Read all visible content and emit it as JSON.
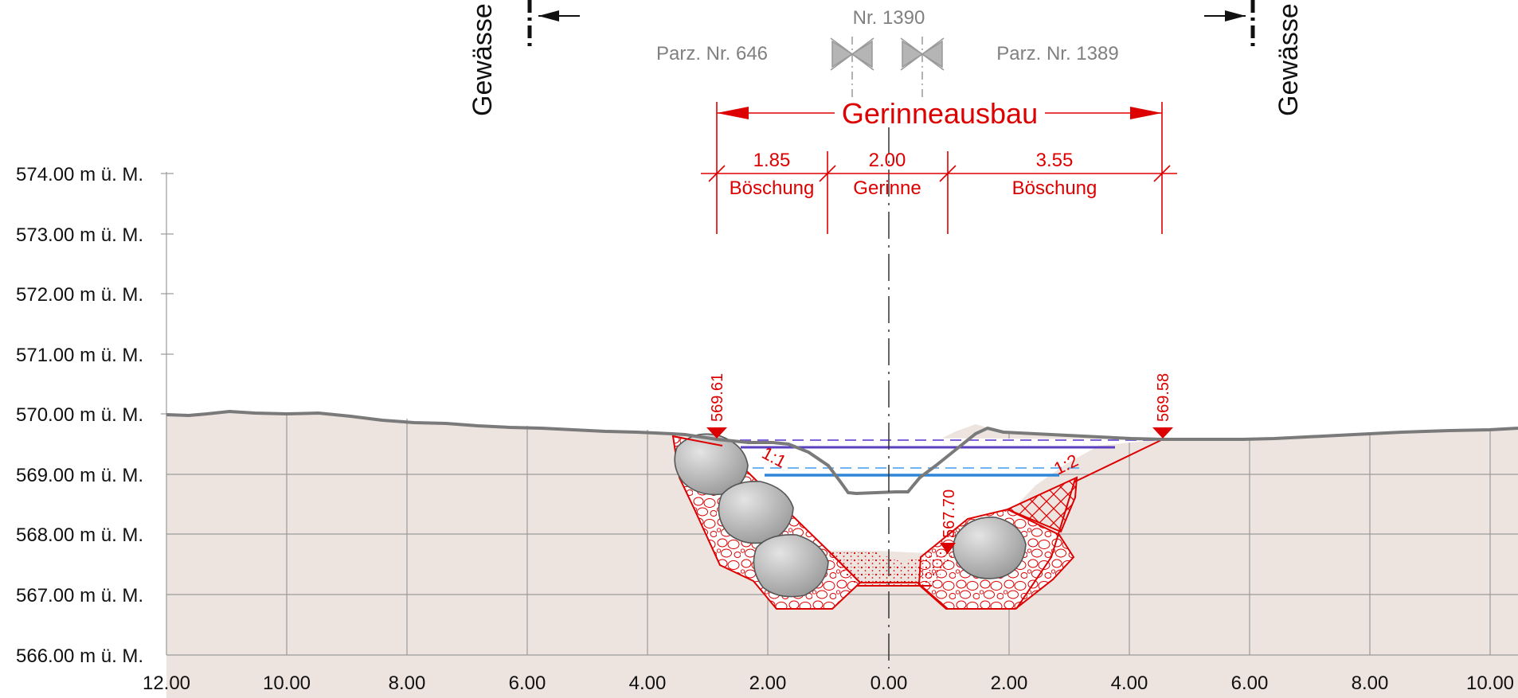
{
  "elevation_unit": "m ü. M.",
  "y_axis_ticks": [
    "574.00 m ü. M.",
    "573.00 m ü. M.",
    "572.00 m ü. M.",
    "571.00 m ü. M.",
    "570.00 m ü. M.",
    "569.00 m ü. M.",
    "568.00 m ü. M.",
    "567.00 m ü. M.",
    "566.00 m ü. M."
  ],
  "x_axis_ticks": [
    "12.00",
    "10.00",
    "8.00",
    "6.00",
    "4.00",
    "2.00",
    "0.00",
    "2.00",
    "4.00",
    "6.00",
    "8.00",
    "10.00"
  ],
  "header": {
    "parcel_left": "Parz. Nr. 646",
    "parcel_center": "Nr. 1390",
    "parcel_right": "Parz. Nr. 1389",
    "side_label_left": "Gewässe",
    "side_label_right": "Gewässe"
  },
  "dimensions": {
    "overall_label": "Gerinneausbau",
    "segments": [
      {
        "value": "1.85",
        "name": "Böschung"
      },
      {
        "value": "2.00",
        "name": "Gerinne"
      },
      {
        "value": "3.55",
        "name": "Böschung"
      }
    ]
  },
  "spot_heights": {
    "left_top": "569.61",
    "right_top": "569.58",
    "channel_bottom": "567.70"
  },
  "slopes": {
    "left": "1:1",
    "right": "1:2"
  },
  "colors": {
    "terrain_fill": "#ede4e0",
    "construction": "#dd0000",
    "water_high": "#5a3fc0",
    "water_low": "#2f86d8",
    "terrain_line": "#7a7a7a",
    "boulder": "#bfbfbf"
  }
}
